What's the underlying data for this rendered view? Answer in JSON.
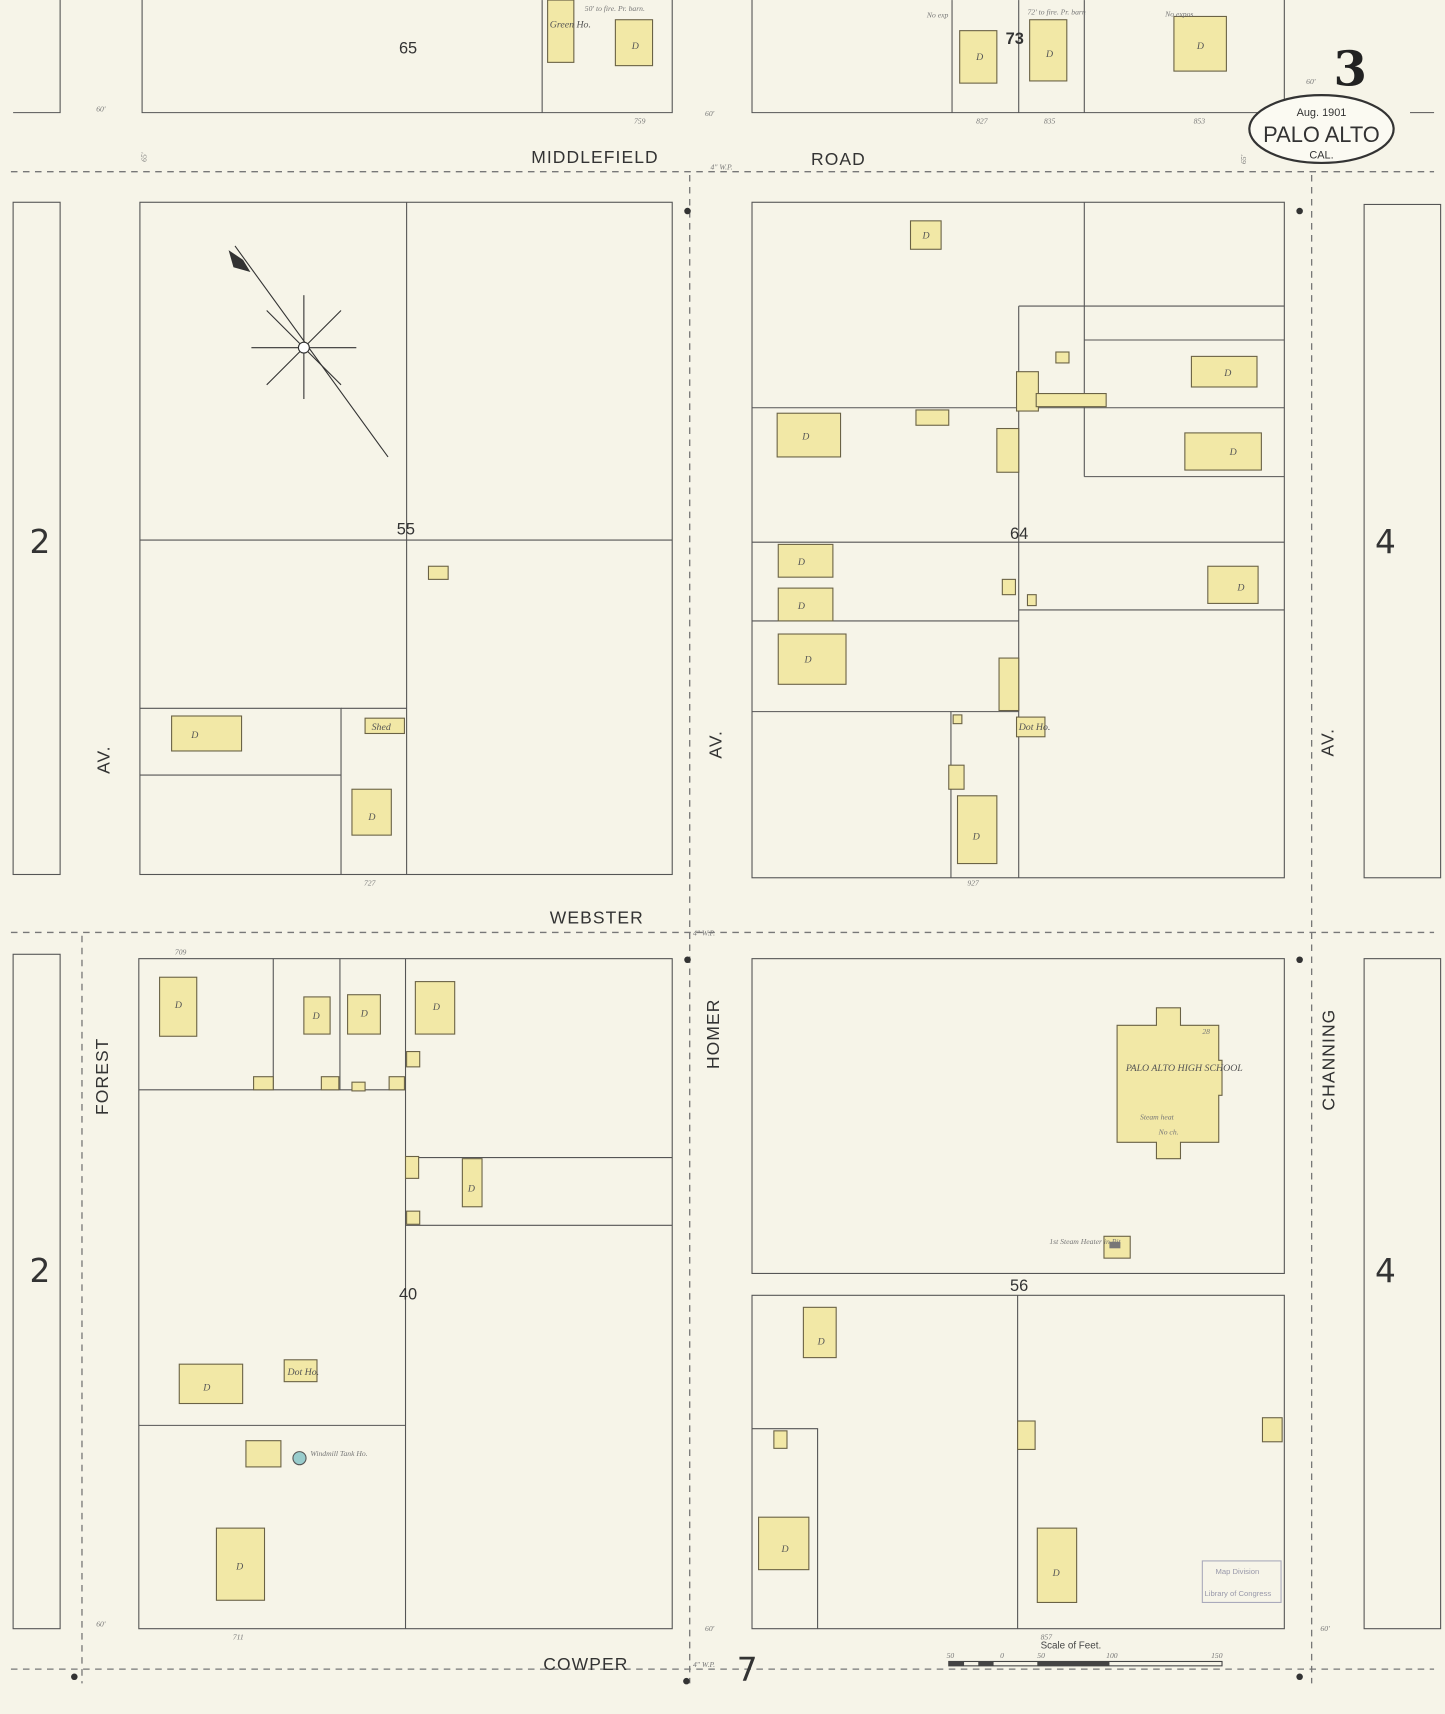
{
  "sheet": {
    "number": "3",
    "date": "Aug. 1901",
    "city": "PALO ALTO",
    "state": "CAL."
  },
  "streets": {
    "middlefield": "MIDDLEFIELD",
    "road": "ROAD",
    "webster": "WEBSTER",
    "cowper": "COWPER",
    "forest": "FOREST",
    "forest_av": "AV.",
    "homer": "HOMER",
    "homer_av": "AV.",
    "channing": "CHANNING",
    "channing_av": "AV."
  },
  "blocks": [
    "65",
    "73",
    "55",
    "64",
    "40",
    "56"
  ],
  "adjacent_sheets": {
    "left_top": "2",
    "left_bottom": "2",
    "right_top": "4",
    "right_bottom": "4",
    "bottom": "7"
  },
  "buildings": {
    "dwelling": "D",
    "green_house": "Green Ho.",
    "shed": "Shed",
    "dot_house": "Dot Ho.",
    "school": "PALO ALTO HIGH SCHOOL",
    "school_heat": "Steam heat",
    "school_ch": "No ch.",
    "school_number": "28",
    "boiler_note": "1st Steam Heater in Pit",
    "tank_note": "Windmill Tank Ho."
  },
  "notes": {
    "top1": "50' to fire. Pr. barn.",
    "top2": "No exp",
    "top3": "72' to fire. Pr. barn",
    "top4": "No expos",
    "width60": "60'",
    "width65": "65'",
    "water_pipe": "4\" W.P."
  },
  "house_numbers": {
    "n759": "759",
    "n827": "827",
    "n835": "835",
    "n853": "853",
    "n727": "727",
    "n927": "927",
    "n709": "709",
    "n857": "857",
    "n711": "711"
  },
  "scale": {
    "label": "Scale of Feet.",
    "ticks": [
      "50",
      "0",
      "50",
      "100",
      "150"
    ]
  },
  "stamp": {
    "line1": "Map Division",
    "line2": "Library of Congress"
  },
  "colors": {
    "paper": "#f4f1e4",
    "frame_building": "#f2e8a6",
    "ink": "#444444"
  }
}
